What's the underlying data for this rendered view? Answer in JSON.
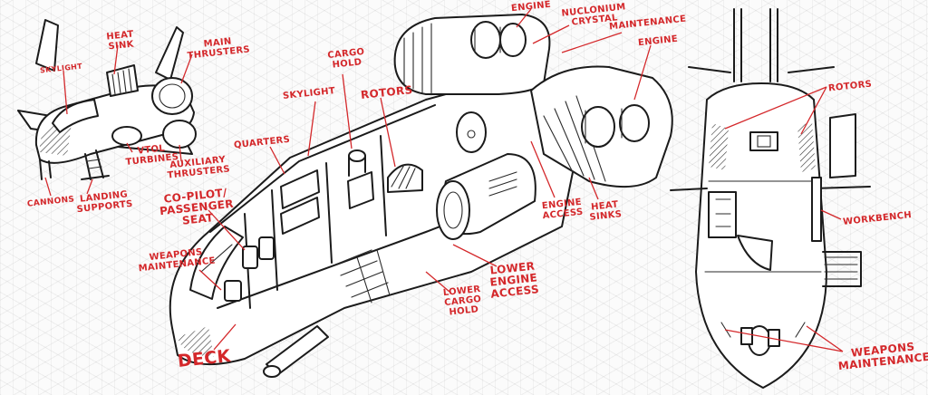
{
  "colors": {
    "annotation": "#d4282b",
    "ink": "#1b1b1b"
  },
  "labels": {
    "heat_sink_small": "HEAT\nSINK",
    "main_thrusters": "MAIN\nTHRUSTERS",
    "skylight_small": "SKYLIGHT",
    "vtol_turbines": "VTOL\nTURBINES",
    "auxiliary_thrusters": "AUXILIARY\nTHRUSTERS",
    "cannons": "CANNONS",
    "landing_supports": "LANDING\nSUPPORTS",
    "cargo_hold": "CARGO\nHOLD",
    "skylight": "SKYLIGHT",
    "rotors": "ROTORS",
    "quarters": "QUARTERS",
    "co_pilot_seat": "CO-PILOT/\nPASSENGER\nSEAT",
    "weapons_maintenance_left": "WEAPONS\nMAINTENANCE",
    "deck": "DECK",
    "engine_top": "ENGINE",
    "nuclonium_crystal": "NUCLONIUM\nCRYSTAL",
    "maintenance": "MAINTENANCE",
    "engine_right": "ENGINE",
    "engine_access": "ENGINE\nACCESS",
    "heat_sinks": "HEAT\nSINKS",
    "lower_engine_access": "LOWER\nENGINE\nACCESS",
    "lower_cargo_hold": "LOWER\nCARGO\nHOLD",
    "rotors_plan": "ROTORS",
    "workbench": "WORKBENCH",
    "weapons_maintenance_plan": "WEAPONS\nMAINTENANCE"
  }
}
